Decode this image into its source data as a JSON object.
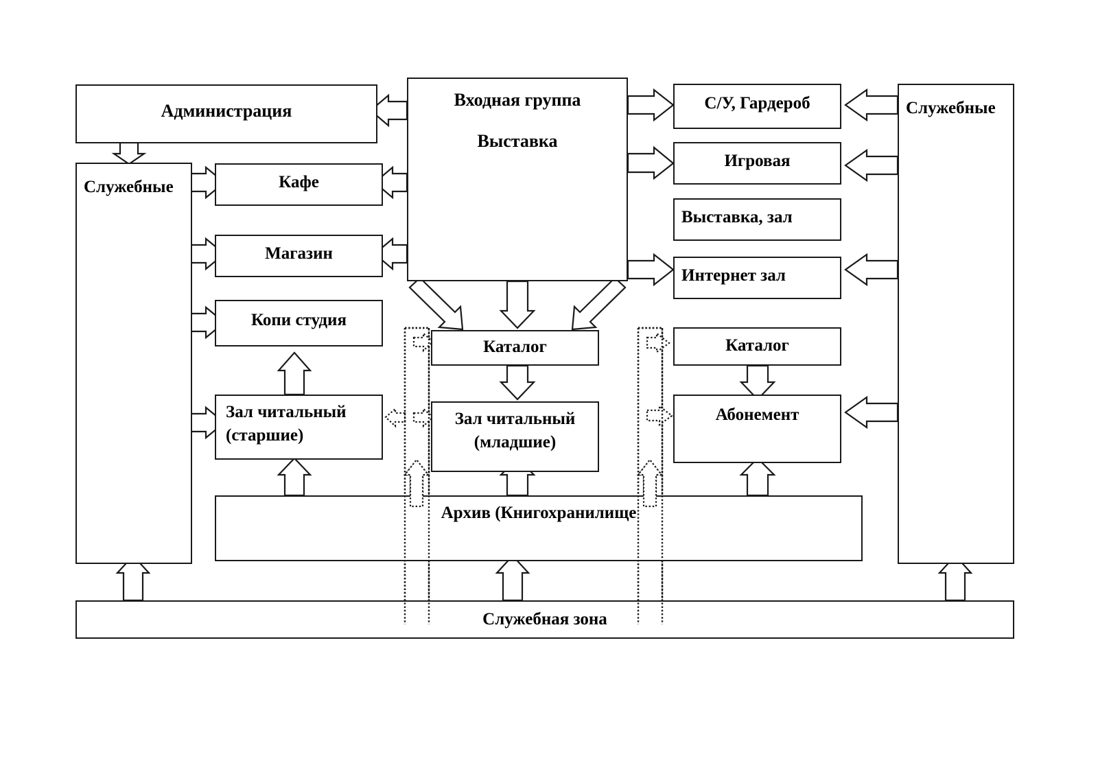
{
  "diagram": {
    "title_text": "",
    "line_color": "#1a1a1a",
    "background": "#ffffff",
    "boxes": {
      "administration": "Администрация",
      "sluzhebnye_left": "Служебные",
      "vhodnaya_gruppa_line1": "Входная группа",
      "vhodnaya_gruppa_line2": "Выставка",
      "su_garderob": "С/У, Гардероб",
      "sluzhebnye_right": "Служебные",
      "igrovaya": "Игровая",
      "vystavka_zal": "Выставка, зал",
      "internet_zal": "Интернет зал",
      "kafe": "Кафе",
      "magazin": "Магазин",
      "kopi_studiya": "Копи студия",
      "katalog_center": "Каталог",
      "katalog_right": "Каталог",
      "zal_chitalny_starshie_line1": "Зал читальный",
      "zal_chitalny_starshie_line2": "(старшие)",
      "zal_chitalny_mladshie_line1": "Зал читальный",
      "zal_chitalny_mladshie_line2": "(младшие)",
      "abonement": "Абонемент",
      "arhiv": "Архив (Книгохранилище",
      "sluzhebnaya_zona": "Служебная зона"
    }
  }
}
